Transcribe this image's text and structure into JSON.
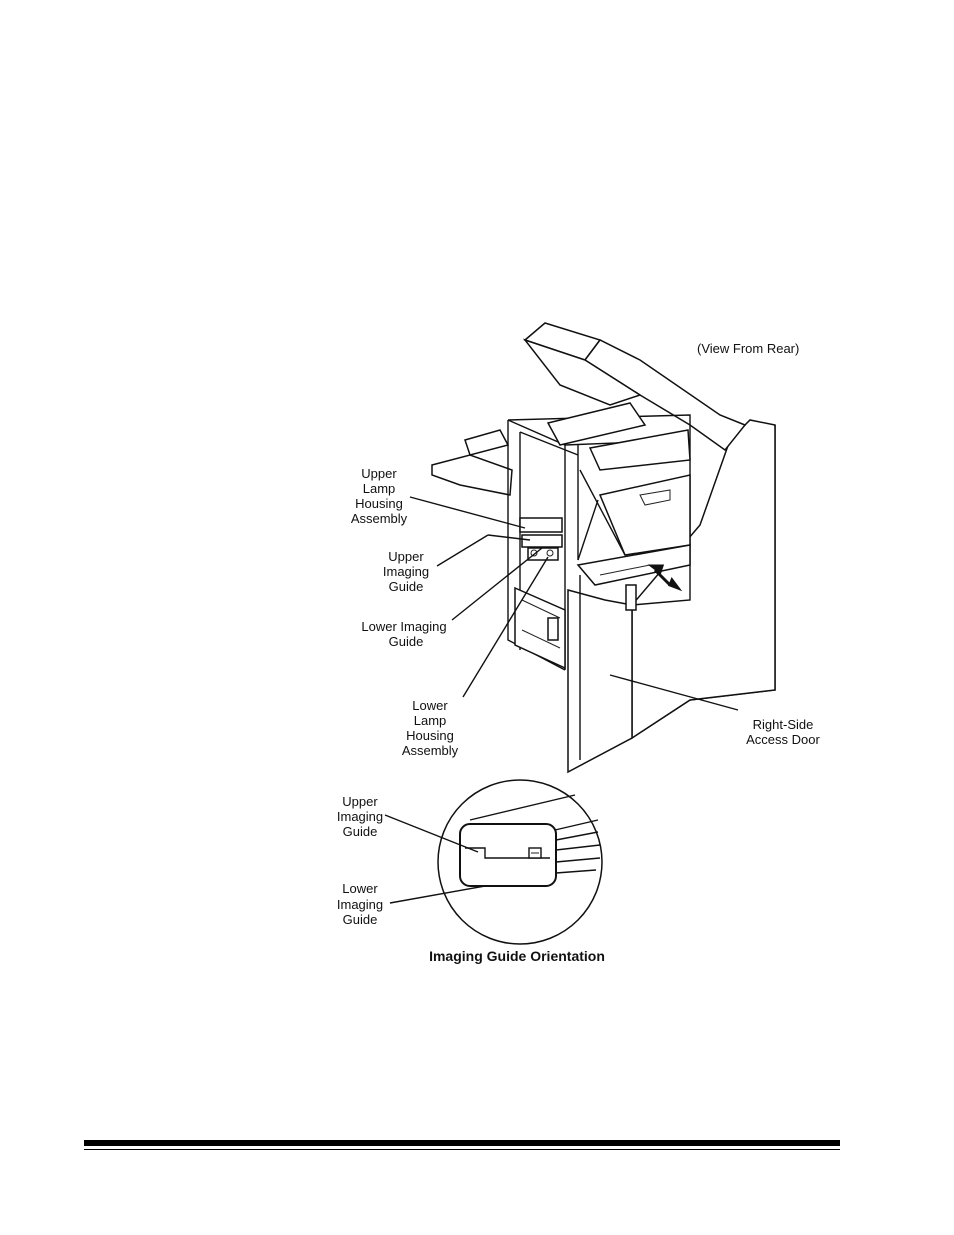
{
  "diagram": {
    "view_note": "(View From Rear)",
    "labels": {
      "upper_lamp_housing": [
        "Upper",
        "Lamp",
        "Housing",
        "Assembly"
      ],
      "upper_imaging_guide": [
        "Upper",
        "Imaging",
        "Guide"
      ],
      "lower_imaging_guide": [
        "Lower Imaging",
        "Guide"
      ],
      "lower_lamp_housing": [
        "Lower",
        "Lamp",
        "Housing",
        "Assembly"
      ],
      "right_side_door": [
        "Right-Side",
        "Access Door"
      ]
    },
    "inset": {
      "upper_imaging_guide": [
        "Upper",
        "Imaging",
        "Guide"
      ],
      "lower_imaging_guide": [
        "Lower",
        "Imaging",
        "Guide"
      ],
      "caption": "Imaging Guide Orientation"
    }
  }
}
